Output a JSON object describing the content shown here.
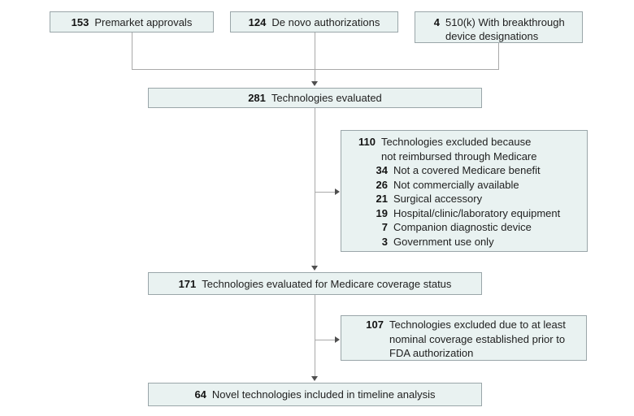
{
  "diagram": {
    "sources": [
      {
        "count": "153",
        "label": "Premarket approvals"
      },
      {
        "count": "124",
        "label": "De novo authorizations"
      },
      {
        "count": "4",
        "lines": [
          "510(k) With breakthrough",
          "device designations"
        ]
      }
    ],
    "evaluated": {
      "count": "281",
      "label": "Technologies evaluated"
    },
    "exclusion1": {
      "count": "110",
      "reason_lines": [
        "Technologies excluded because",
        "not reimbursed through Medicare"
      ],
      "subs": [
        {
          "count": "34",
          "label": "Not a covered Medicare benefit"
        },
        {
          "count": "26",
          "label": "Not commercially available"
        },
        {
          "count": "21",
          "label": "Surgical accessory"
        },
        {
          "count": "19",
          "label": "Hospital/clinic/laboratory equipment"
        },
        {
          "count": "7",
          "label": "Companion diagnostic device"
        },
        {
          "count": "3",
          "label": "Government use only"
        }
      ]
    },
    "medicare": {
      "count": "171",
      "label": "Technologies evaluated for Medicare coverage status"
    },
    "exclusion2": {
      "count": "107",
      "lines": [
        "Technologies excluded due to at least",
        "nominal coverage established prior to",
        "FDA authorization"
      ]
    },
    "final": {
      "count": "64",
      "label": "Novel technologies included in timeline analysis"
    },
    "colors": {
      "box_fill": "#e9f2f1",
      "box_border": "#9aa6a9",
      "connector_line": "#a9a9a9",
      "arrowhead": "#4f4f4f",
      "text": "#212121"
    }
  }
}
